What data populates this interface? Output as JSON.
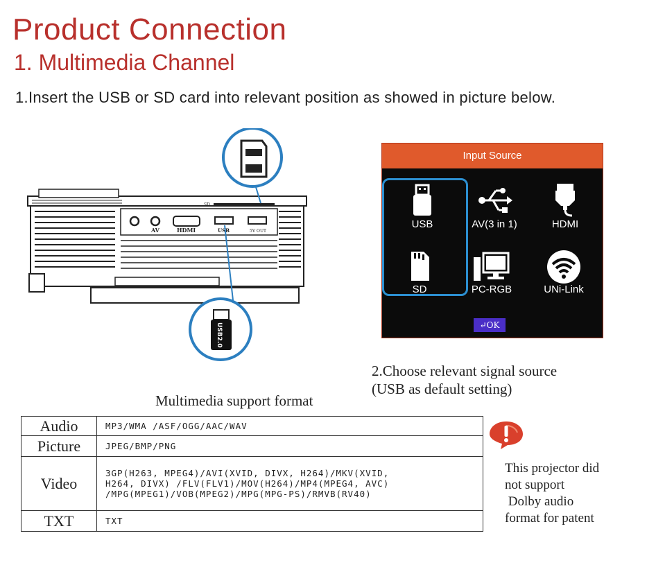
{
  "header": {
    "title": "Product Connection",
    "subtitle": "1. Multimedia Channel",
    "instruction_1": "1.Insert the USB or SD card into relevant position as showed in picture below."
  },
  "projector": {
    "port_av": "AV",
    "port_hdmi": "HDMI",
    "port_usb": "USB",
    "port_5v": "5V OUT",
    "port_sd": "SD",
    "usb_drive_label": "USB2.0"
  },
  "input_source": {
    "title": "Input Source",
    "items": [
      {
        "label": "USB",
        "icon": "usb-drive-icon"
      },
      {
        "label": "AV(3 in 1)",
        "icon": "usb-symbol-icon"
      },
      {
        "label": "HDMI",
        "icon": "hdmi-plug-icon"
      },
      {
        "label": "SD",
        "icon": "sd-card-icon"
      },
      {
        "label": "PC-RGB",
        "icon": "computer-icon"
      },
      {
        "label": "UNi-Link",
        "icon": "wifi-icon"
      }
    ],
    "selected": "USB",
    "ok_label": "OK",
    "accent": "#e05a2c",
    "selection_color": "#2c8fd0"
  },
  "instruction_2": {
    "line1": "2.Choose relevant signal source",
    "line2": "(USB as default setting)"
  },
  "formats": {
    "caption": "Multimedia support format",
    "rows": [
      {
        "category": "Audio",
        "formats": [
          "MP3/WMA /ASF/OGG/AAC/WAV"
        ]
      },
      {
        "category": "Picture",
        "formats": [
          "JPEG/BMP/PNG"
        ]
      },
      {
        "category": "Video",
        "formats": [
          "3GP(H263, MPEG4)/AVI(XVID, DIVX, H264)/MKV(XVID,",
          "H264, DIVX) /FLV(FLV1)/MOV(H264)/MP4(MPEG4, AVC)",
          "/MPG(MPEG1)/VOB(MPEG2)/MPG(MPG-PS)/RMVB(RV40)"
        ]
      },
      {
        "category": "TXT",
        "formats": [
          "TXT"
        ]
      }
    ]
  },
  "note": {
    "icon": "exclamation-icon",
    "lines": [
      "This projector did",
      "not support",
      " Dolby audio",
      "format for patent"
    ]
  }
}
